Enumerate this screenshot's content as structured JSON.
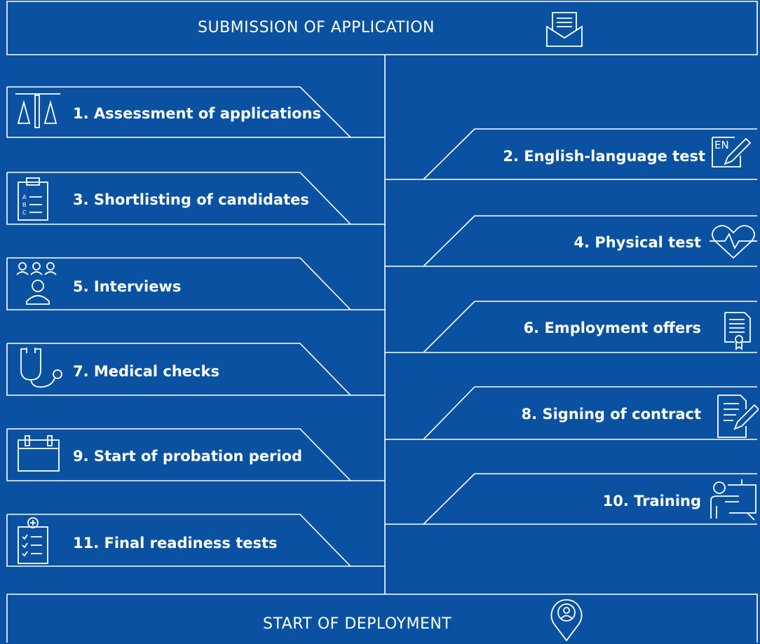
{
  "header": {
    "title": "SUBMISSION OF APPLICATION",
    "icon": "envelope-document-icon"
  },
  "footer": {
    "title": "START OF DEPLOYMENT",
    "icon": "location-pin-person-icon"
  },
  "left_steps": [
    {
      "label": "1. Assessment of applications",
      "icon": "scales-icon"
    },
    {
      "label": "3. Shortlisting of candidates",
      "icon": "clipboard-abc-icon"
    },
    {
      "label": "5. Interviews",
      "icon": "interview-people-icon"
    },
    {
      "label": "7. Medical checks",
      "icon": "stethoscope-icon"
    },
    {
      "label": "9. Start of probation period",
      "icon": "calendar-icon"
    },
    {
      "label": "11. Final readiness tests",
      "icon": "medical-checklist-icon"
    }
  ],
  "right_steps": [
    {
      "label": "2. English-language test",
      "icon": "language-test-icon",
      "icon_text": "EN"
    },
    {
      "label": "4. Physical test",
      "icon": "heart-pulse-icon"
    },
    {
      "label": "6. Employment offers",
      "icon": "certificate-document-icon"
    },
    {
      "label": "8. Signing of contract",
      "icon": "contract-pen-icon"
    },
    {
      "label": "10. Training",
      "icon": "training-presenter-icon"
    }
  ],
  "colors": {
    "background": "#0a52a1",
    "line": "#ffffff",
    "text": "#ffffff"
  }
}
